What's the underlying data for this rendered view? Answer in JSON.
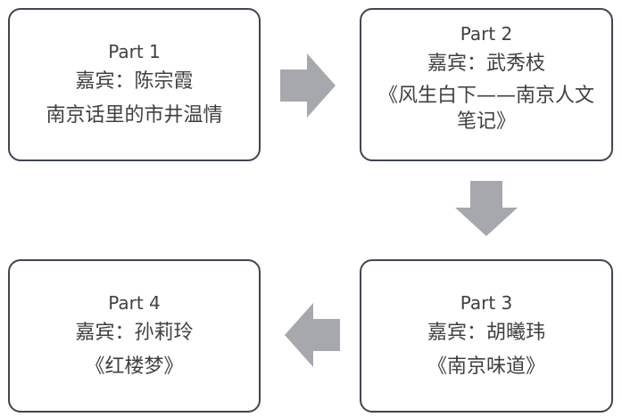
{
  "colors": {
    "box_border": "#3f4650",
    "text": "#404040",
    "arrow": "#a6a8ad"
  },
  "parts": [
    {
      "title": "Part 1",
      "guest": "嘉宾：陈宗霞",
      "topic": "南京话里的市井温情"
    },
    {
      "title": "Part 2",
      "guest": "嘉宾：武秀枝",
      "topic": "《风生白下——南京人文笔记》"
    },
    {
      "title": "Part 3",
      "guest": "嘉宾：胡曦玮",
      "topic": "《南京味道》"
    },
    {
      "title": "Part 4",
      "guest": "嘉宾：孙莉玲",
      "topic": "《红楼梦》"
    }
  ],
  "arrows": [
    {
      "icon": "arrow-right-icon",
      "from": "Part 1",
      "to": "Part 2"
    },
    {
      "icon": "arrow-down-icon",
      "from": "Part 2",
      "to": "Part 3"
    },
    {
      "icon": "arrow-left-icon",
      "from": "Part 3",
      "to": "Part 4"
    }
  ]
}
